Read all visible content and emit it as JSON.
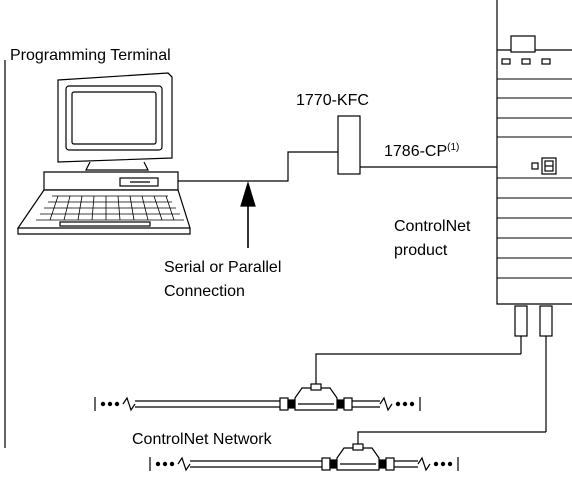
{
  "labels": {
    "programming_terminal": "Programming Terminal",
    "kfc": "1770-KFC",
    "cp_cable": "1786-CP",
    "cp_footnote": "(1)",
    "controlnet_product_line1": "ControlNet",
    "controlnet_product_line2": "product",
    "serial_line1": "Serial or Parallel",
    "serial_line2": "Connection",
    "network": "ControlNet Network"
  }
}
